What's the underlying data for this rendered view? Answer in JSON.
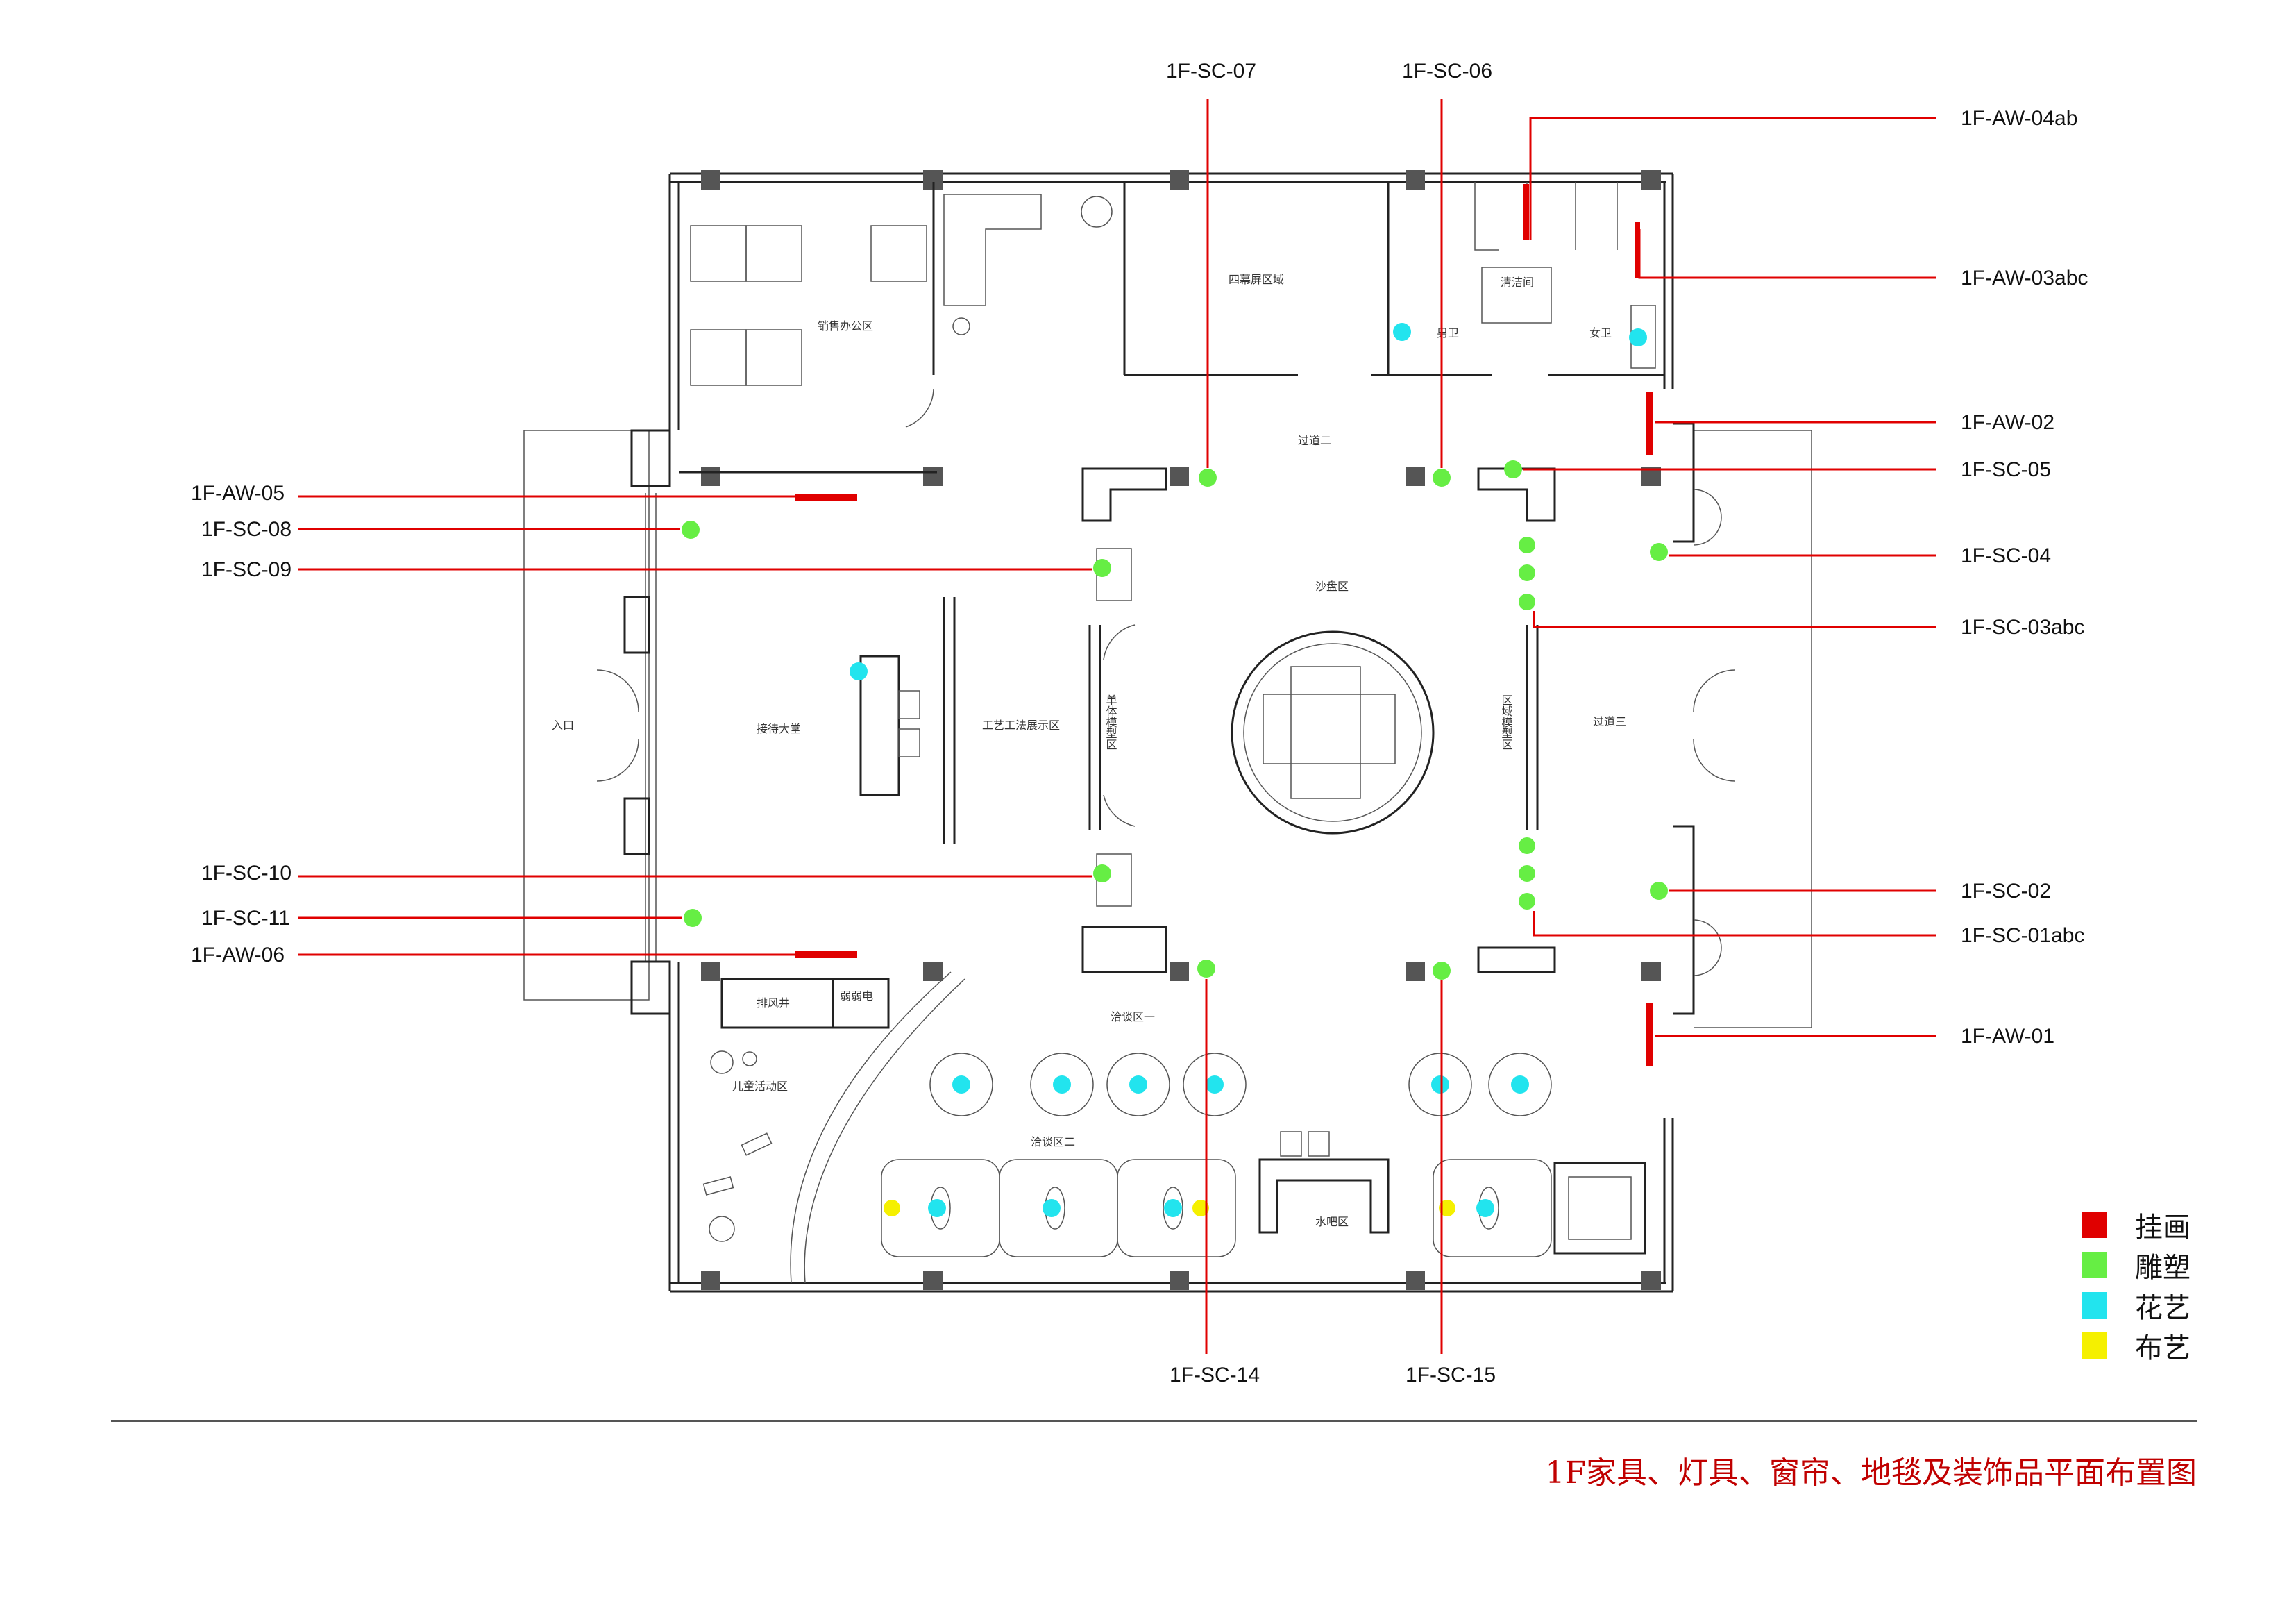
{
  "drawing": {
    "title": "1F家具、灯具、窗帘、地毯及装饰品平面布置图"
  },
  "legend": {
    "items": [
      {
        "label": "挂画",
        "color": "#e00000"
      },
      {
        "label": "雕塑",
        "color": "#66ee44"
      },
      {
        "label": "花艺",
        "color": "#22e4ee"
      },
      {
        "label": "布艺",
        "color": "#f5f000"
      }
    ]
  },
  "callouts": {
    "sc07": "1F-SC-07",
    "sc06": "1F-SC-06",
    "aw04ab": "1F-AW-04ab",
    "aw03abc": "1F-AW-03abc",
    "aw02": "1F-AW-02",
    "sc05": "1F-SC-05",
    "sc04": "1F-SC-04",
    "sc03abc": "1F-SC-03abc",
    "sc02": "1F-SC-02",
    "sc01abc": "1F-SC-01abc",
    "aw01": "1F-AW-01",
    "aw05": "1F-AW-05",
    "sc08": "1F-SC-08",
    "sc09": "1F-SC-09",
    "sc10": "1F-SC-10",
    "sc11": "1F-SC-11",
    "aw06": "1F-AW-06",
    "sc14": "1F-SC-14",
    "sc15": "1F-SC-15"
  },
  "rooms": {
    "sales_office": "销售办公区",
    "screen_area": "四幕屏区域",
    "cleaning": "清洁间",
    "mens_wc": "男卫",
    "womens_wc": "女卫",
    "corridor2": "过道二",
    "sand_table": "沙盘区",
    "unit_model": "单体模型区",
    "area_model": "区域模型区",
    "corridor3": "过道三",
    "entrance": "入口",
    "reception": "接待大堂",
    "craft_display": "工艺工法展示区",
    "exhaust_shaft": "排风井",
    "weak_power": "弱弱电",
    "kids_area": "儿童活动区",
    "negotiation1": "洽谈区一",
    "negotiation2": "洽谈区二",
    "water_bar": "水吧区"
  }
}
